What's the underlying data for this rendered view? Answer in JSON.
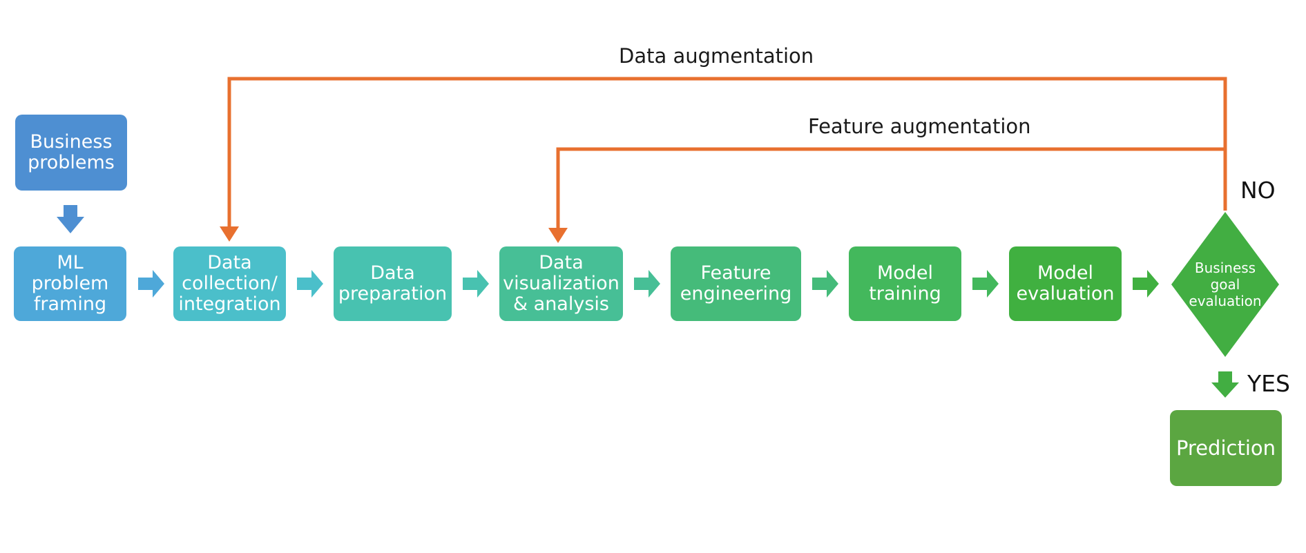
{
  "colors": {
    "feedback": "#E8702F",
    "business": "#4E8FD2",
    "ml_framing": "#4EA8D9",
    "collection": "#4BBFCA",
    "preparation": "#48C2B0",
    "visualization": "#47BF96",
    "feature": "#45BB7A",
    "training": "#43B85C",
    "evaluation": "#40B040",
    "decision": "#42AE42",
    "prediction": "#5BA641"
  },
  "nodes": {
    "business_problems": "Business\nproblems",
    "ml_problem_framing": "ML\nproblem\nframing",
    "data_collection": "Data\ncollection/\nintegration",
    "data_preparation": "Data\npreparation",
    "data_visualization": "Data\nvisualization\n& analysis",
    "feature_engineering": "Feature\nengineering",
    "model_training": "Model\ntraining",
    "model_evaluation": "Model\nevaluation",
    "business_goal_evaluation": "Business\ngoal\nevaluation",
    "prediction": "Prediction"
  },
  "loops": {
    "data_augmentation": "Data augmentation",
    "feature_augmentation": "Feature augmentation"
  },
  "decision_labels": {
    "no": "NO",
    "yes": "YES"
  }
}
